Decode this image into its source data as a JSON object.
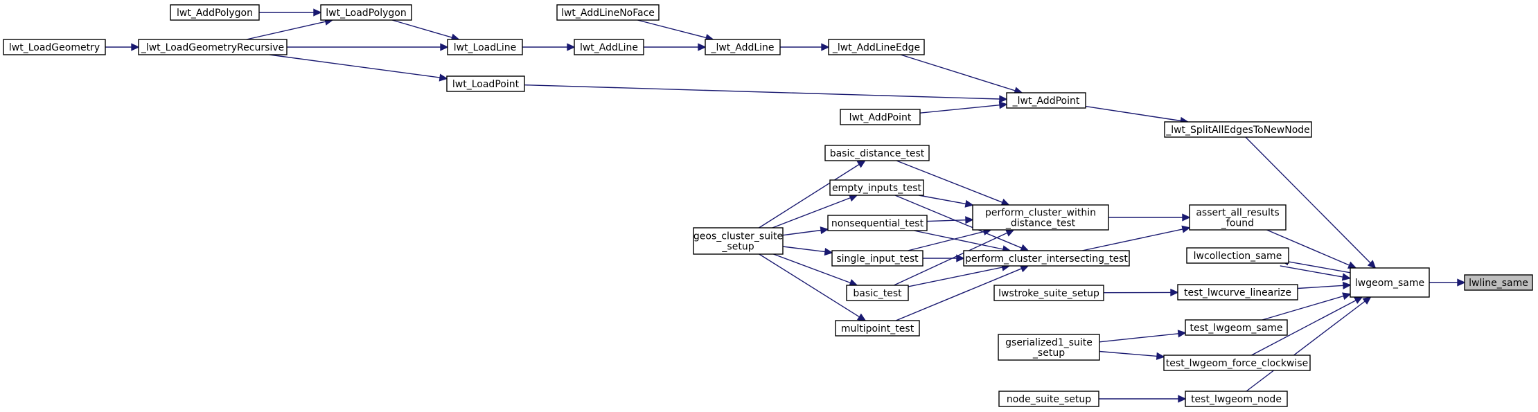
{
  "graph": {
    "edge_color": "#191970",
    "highlight_fill": "#bfbfbf",
    "nodes": [
      {
        "id": "lwline_same",
        "label": "lwline_same",
        "highlight": true
      },
      {
        "id": "lwgeom_same",
        "label": "lwgeom_same"
      },
      {
        "id": "lwcollection_same",
        "label": "lwcollection_same"
      },
      {
        "id": "lwt_SplitAllEdgesToNewNode",
        "label": "_lwt_SplitAllEdgesToNewNode"
      },
      {
        "id": "assert_all_results_found",
        "label": "assert_all_results\n_found"
      },
      {
        "id": "test_lwcurve_linearize",
        "label": "test_lwcurve_linearize"
      },
      {
        "id": "test_lwgeom_same",
        "label": "test_lwgeom_same"
      },
      {
        "id": "test_lwgeom_force_clockwise",
        "label": "test_lwgeom_force_clockwise"
      },
      {
        "id": "test_lwgeom_node",
        "label": "test_lwgeom_node"
      },
      {
        "id": "lwt_AddPoint_internal",
        "label": "_lwt_AddPoint"
      },
      {
        "id": "lwt_AddLineEdge",
        "label": "_lwt_AddLineEdge"
      },
      {
        "id": "lwt_AddLine_internal",
        "label": "_lwt_AddLine"
      },
      {
        "id": "lwt_AddLineNoFace",
        "label": "lwt_AddLineNoFace"
      },
      {
        "id": "lwt_AddLine",
        "label": "lwt_AddLine"
      },
      {
        "id": "lwt_LoadLine",
        "label": "lwt_LoadLine"
      },
      {
        "id": "lwt_LoadPolygon",
        "label": "lwt_LoadPolygon"
      },
      {
        "id": "lwt_AddPolygon",
        "label": "lwt_AddPolygon"
      },
      {
        "id": "lwt_LoadGeometryRecursive",
        "label": "_lwt_LoadGeometryRecursive"
      },
      {
        "id": "lwt_LoadGeometry",
        "label": "lwt_LoadGeometry"
      },
      {
        "id": "lwt_LoadPoint",
        "label": "lwt_LoadPoint"
      },
      {
        "id": "lwt_AddPoint",
        "label": "lwt_AddPoint"
      },
      {
        "id": "perform_cluster_within_distance_test",
        "label": "perform_cluster_within\n_distance_test"
      },
      {
        "id": "perform_cluster_intersecting_test",
        "label": "perform_cluster_intersecting_test"
      },
      {
        "id": "basic_distance_test",
        "label": "basic_distance_test"
      },
      {
        "id": "empty_inputs_test",
        "label": "empty_inputs_test"
      },
      {
        "id": "nonsequential_test",
        "label": "nonsequential_test"
      },
      {
        "id": "single_input_test",
        "label": "single_input_test"
      },
      {
        "id": "basic_test",
        "label": "basic_test"
      },
      {
        "id": "multipoint_test",
        "label": "multipoint_test"
      },
      {
        "id": "geos_cluster_suite_setup",
        "label": "geos_cluster_suite\n_setup"
      },
      {
        "id": "lwstroke_suite_setup",
        "label": "lwstroke_suite_setup"
      },
      {
        "id": "gserialized1_suite_setup",
        "label": "gserialized1_suite\n_setup"
      },
      {
        "id": "node_suite_setup",
        "label": "node_suite_setup"
      }
    ],
    "edges": [
      {
        "from": "lwgeom_same",
        "to": "lwline_same"
      },
      {
        "from": "lwcollection_same",
        "to": "lwgeom_same"
      },
      {
        "from": "lwgeom_same",
        "to": "lwcollection_same"
      },
      {
        "from": "lwt_SplitAllEdgesToNewNode",
        "to": "lwgeom_same"
      },
      {
        "from": "assert_all_results_found",
        "to": "lwgeom_same"
      },
      {
        "from": "test_lwcurve_linearize",
        "to": "lwgeom_same"
      },
      {
        "from": "test_lwgeom_same",
        "to": "lwgeom_same"
      },
      {
        "from": "test_lwgeom_force_clockwise",
        "to": "lwgeom_same"
      },
      {
        "from": "test_lwgeom_node",
        "to": "lwgeom_same"
      },
      {
        "from": "lwt_AddPoint_internal",
        "to": "lwt_SplitAllEdgesToNewNode"
      },
      {
        "from": "lwt_AddLineEdge",
        "to": "lwt_AddPoint_internal"
      },
      {
        "from": "lwt_AddLine_internal",
        "to": "lwt_AddLineEdge"
      },
      {
        "from": "lwt_AddLineNoFace",
        "to": "lwt_AddLine_internal"
      },
      {
        "from": "lwt_AddLine",
        "to": "lwt_AddLine_internal"
      },
      {
        "from": "lwt_LoadLine",
        "to": "lwt_AddLine"
      },
      {
        "from": "lwt_LoadPolygon",
        "to": "lwt_LoadLine"
      },
      {
        "from": "lwt_AddPolygon",
        "to": "lwt_LoadPolygon"
      },
      {
        "from": "lwt_LoadGeometryRecursive",
        "to": "lwt_LoadPolygon"
      },
      {
        "from": "lwt_LoadGeometryRecursive",
        "to": "lwt_LoadLine"
      },
      {
        "from": "lwt_LoadGeometryRecursive",
        "to": "lwt_LoadPoint"
      },
      {
        "from": "lwt_LoadGeometry",
        "to": "lwt_LoadGeometryRecursive"
      },
      {
        "from": "lwt_LoadPoint",
        "to": "lwt_AddPoint_internal"
      },
      {
        "from": "lwt_AddPoint",
        "to": "lwt_AddPoint_internal"
      },
      {
        "from": "perform_cluster_within_distance_test",
        "to": "assert_all_results_found"
      },
      {
        "from": "perform_cluster_intersecting_test",
        "to": "assert_all_results_found"
      },
      {
        "from": "basic_distance_test",
        "to": "perform_cluster_within_distance_test"
      },
      {
        "from": "empty_inputs_test",
        "to": "perform_cluster_within_distance_test"
      },
      {
        "from": "empty_inputs_test",
        "to": "perform_cluster_intersecting_test"
      },
      {
        "from": "nonsequential_test",
        "to": "perform_cluster_within_distance_test"
      },
      {
        "from": "nonsequential_test",
        "to": "perform_cluster_intersecting_test"
      },
      {
        "from": "single_input_test",
        "to": "perform_cluster_within_distance_test"
      },
      {
        "from": "single_input_test",
        "to": "perform_cluster_intersecting_test"
      },
      {
        "from": "basic_test",
        "to": "perform_cluster_within_distance_test"
      },
      {
        "from": "basic_test",
        "to": "perform_cluster_intersecting_test"
      },
      {
        "from": "multipoint_test",
        "to": "perform_cluster_intersecting_test"
      },
      {
        "from": "geos_cluster_suite_setup",
        "to": "basic_distance_test"
      },
      {
        "from": "geos_cluster_suite_setup",
        "to": "empty_inputs_test"
      },
      {
        "from": "geos_cluster_suite_setup",
        "to": "nonsequential_test"
      },
      {
        "from": "geos_cluster_suite_setup",
        "to": "single_input_test"
      },
      {
        "from": "geos_cluster_suite_setup",
        "to": "basic_test"
      },
      {
        "from": "geos_cluster_suite_setup",
        "to": "multipoint_test"
      },
      {
        "from": "lwstroke_suite_setup",
        "to": "test_lwcurve_linearize"
      },
      {
        "from": "gserialized1_suite_setup",
        "to": "test_lwgeom_same"
      },
      {
        "from": "gserialized1_suite_setup",
        "to": "test_lwgeom_force_clockwise"
      },
      {
        "from": "node_suite_setup",
        "to": "test_lwgeom_node"
      }
    ]
  }
}
